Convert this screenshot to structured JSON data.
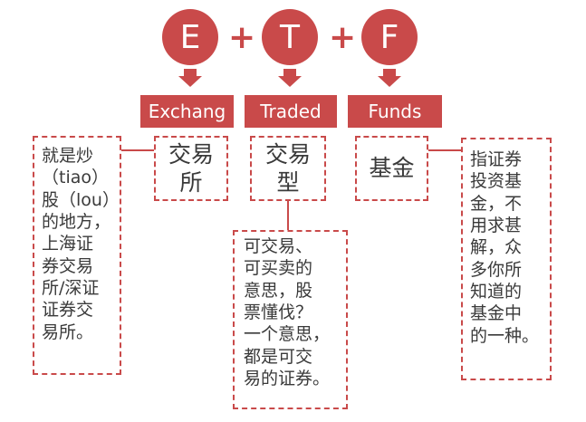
{
  "letters": {
    "e": "E",
    "t": "T",
    "f": "F"
  },
  "plus": "+",
  "tabs": {
    "exchang": "Exchang",
    "traded": "Traded",
    "funds": "Funds"
  },
  "cn": {
    "exchange": "交易\n所",
    "traded": "交易\n型",
    "fund": "基金"
  },
  "desc": {
    "left": "就是炒\n（tiao）\n股（lou）\n的地方，\n上海证\n券交易\n所/深证\n证券交\n易所。",
    "middle": "可交易、\n可买卖的\n意思，股\n票懂伐？\n一个意思，\n都是可交\n易的证券。",
    "right": "指证券\n投资基\n金，不\n用求甚\n解，众\n多你所\n知道的\n基金中\n的一种。"
  },
  "colors": {
    "accent": "#c94a4a",
    "text": "#3a3a3a"
  }
}
